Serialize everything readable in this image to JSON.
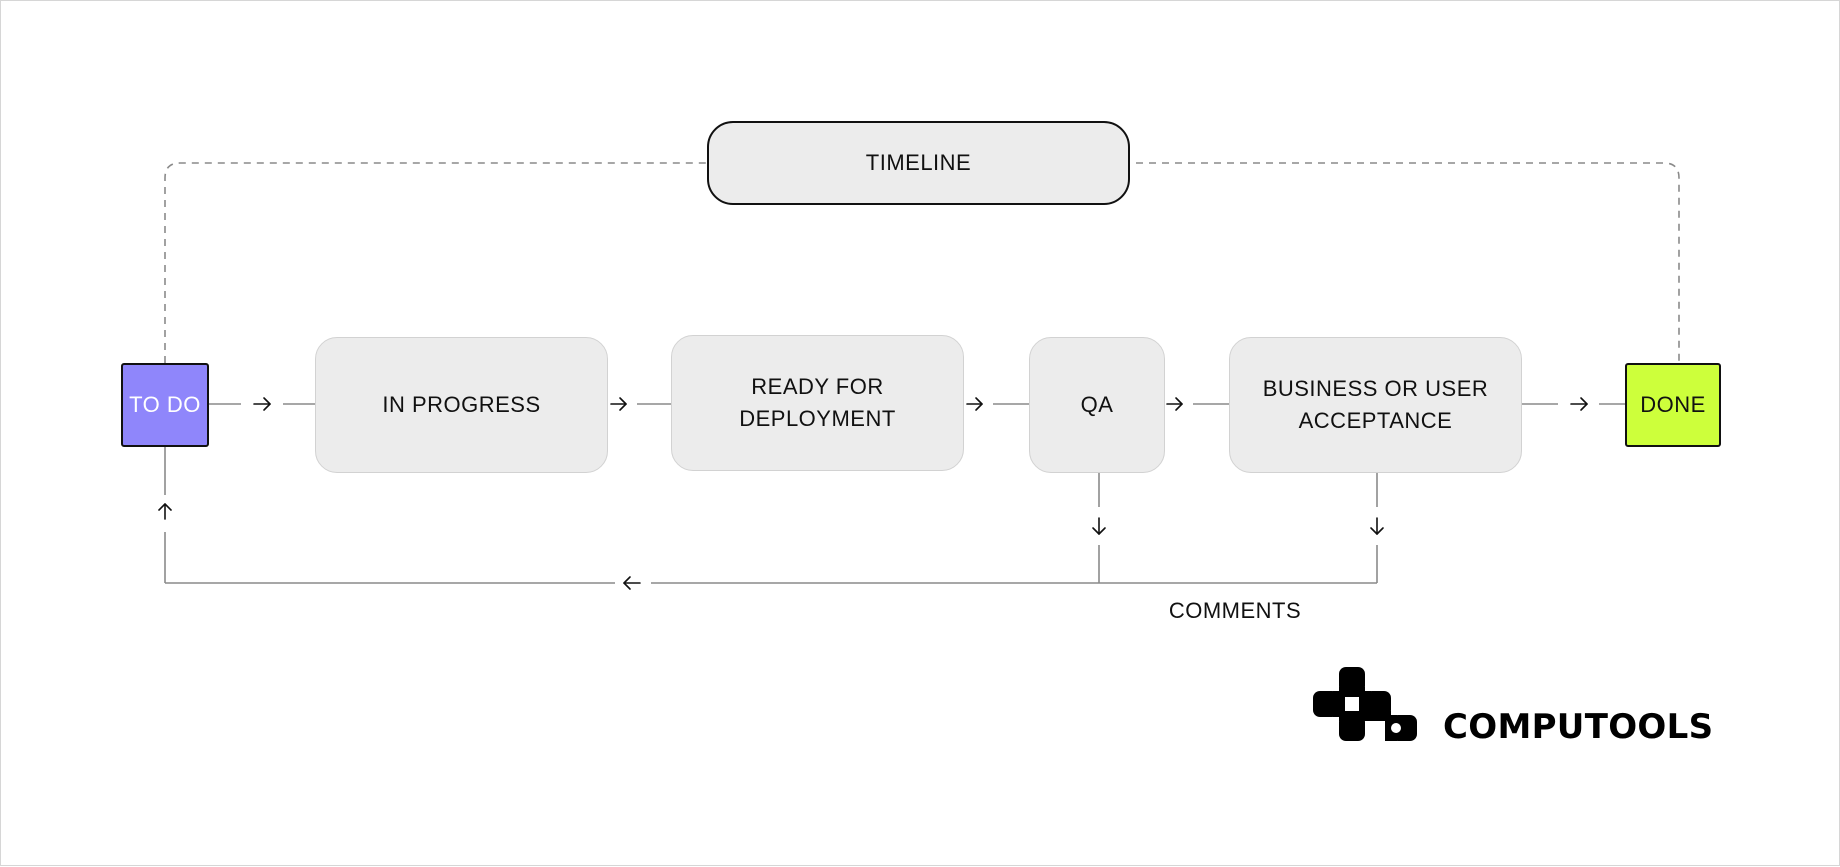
{
  "diagram": {
    "timeline_label": "TIMELINE",
    "stages": {
      "todo": "TO DO",
      "in_progress": "IN PROGRESS",
      "ready_for_deployment": "READY FOR DEPLOYMENT",
      "qa": "QA",
      "business_or_user_acceptance": "BUSINESS OR USER ACCEPTANCE",
      "done": "DONE"
    },
    "comments_label": "COMMENTS"
  },
  "brand": {
    "name": "COMPUTOOLS"
  },
  "colors": {
    "todo": "#8f86fb",
    "done": "#cdff3b",
    "stage_fill": "#ececec",
    "connector": "#8a8a8a"
  }
}
